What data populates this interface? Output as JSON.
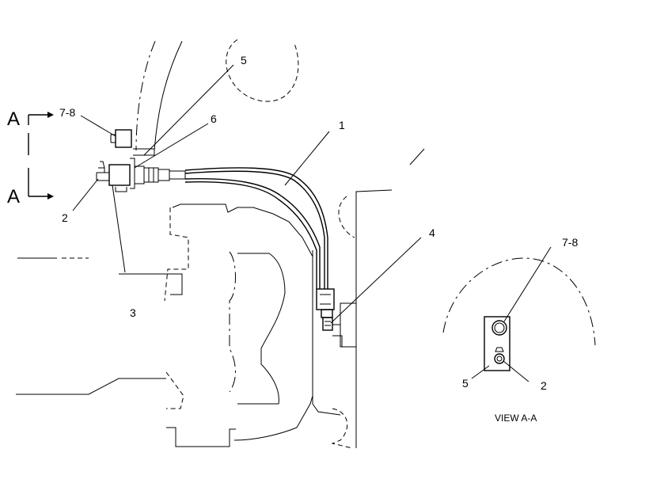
{
  "labels": {
    "section_top": "A",
    "section_bottom": "A",
    "callout_1": "1",
    "callout_2": "2",
    "callout_3": "3",
    "callout_4": "4",
    "callout_5": "5",
    "callout_6": "6",
    "callout_78": "7-8",
    "view_callout_78": "7-8",
    "view_callout_5": "5",
    "view_callout_2": "2",
    "view_title": "VIEW A-A"
  }
}
